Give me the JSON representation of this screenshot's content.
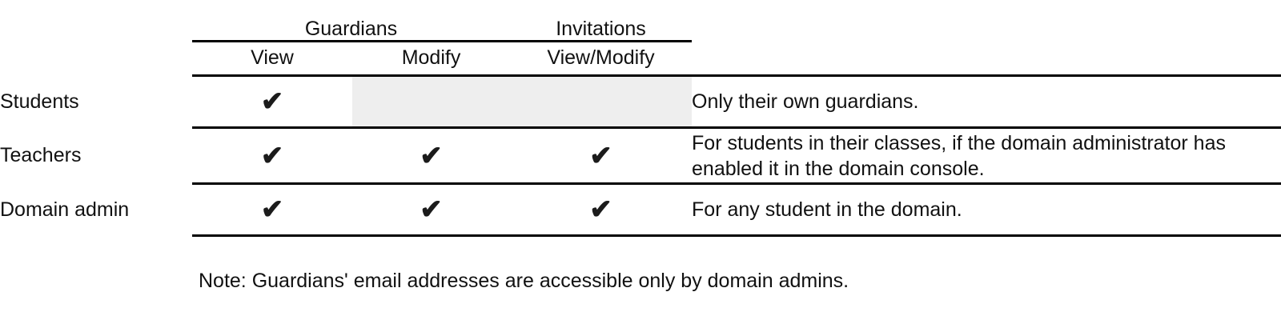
{
  "table": {
    "column_groups": [
      {
        "label": "Guardians",
        "span": 2
      },
      {
        "label": "Invitations",
        "span": 1
      }
    ],
    "columns": [
      {
        "key": "rowlabel",
        "label": ""
      },
      {
        "key": "view",
        "label": "View"
      },
      {
        "key": "modify",
        "label": "Modify"
      },
      {
        "key": "viewmodify",
        "label": "View/Modify"
      },
      {
        "key": "notes",
        "label": ""
      }
    ],
    "check_glyph": "✔",
    "rows": [
      {
        "label": "Students",
        "view": true,
        "modify": false,
        "viewmodify": false,
        "shaded_cells": [
          "modify",
          "viewmodify"
        ],
        "notes": "Only their own guardians."
      },
      {
        "label": "Teachers",
        "view": true,
        "modify": true,
        "viewmodify": true,
        "shaded_cells": [],
        "notes": "For students in their classes, if the domain administrator has enabled it in the domain console."
      },
      {
        "label": "Domain admin",
        "view": true,
        "modify": true,
        "viewmodify": true,
        "shaded_cells": [],
        "notes": "For any student in the domain."
      }
    ]
  },
  "footnote": "Note: Guardians' email addresses are accessible only by domain admins.",
  "colors": {
    "text": "#111111",
    "rule": "#000000",
    "shaded_cell": "#eeeeee",
    "check": "#1b1b1b",
    "background": "#ffffff"
  }
}
